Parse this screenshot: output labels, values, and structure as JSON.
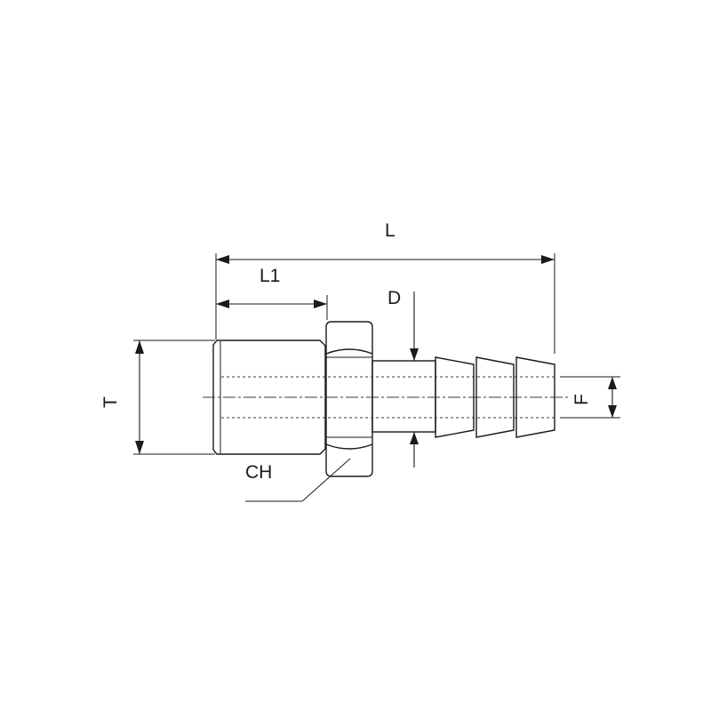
{
  "labels": {
    "L": "L",
    "L1": "L1",
    "D": "D",
    "T": "T",
    "CH": "CH",
    "F": "F"
  }
}
